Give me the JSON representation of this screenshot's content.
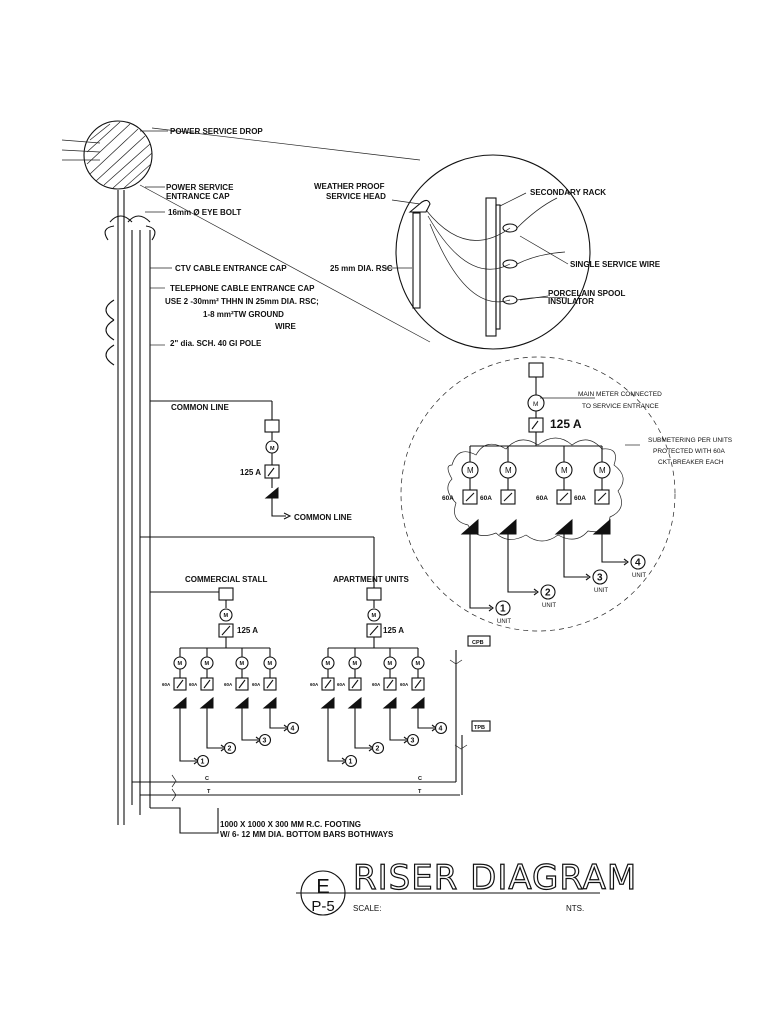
{
  "labels": {
    "power_service_drop": "POWER SERVICE DROP",
    "power_service_entrance_cap_1": "POWER SERVICE",
    "power_service_entrance_cap_2": "ENTRANCE CAP",
    "eye_bolt": "16mm Ø EYE BOLT",
    "ctv_cap": "CTV CABLE ENTRANCE CAP",
    "telephone_cap": "TELEPHONE CABLE ENTRANCE CAP",
    "wire_spec_1": "USE 2 -30mm²  THHN IN 25mm DIA. RSC;",
    "wire_spec_2": "1-8 mm²TW GROUND",
    "wire_spec_3": "WIRE",
    "gi_pole": "2\" dia. SCH. 40 GI POLE",
    "weather_proof_1": "WEATHER PROOF",
    "weather_proof_2": "SERVICE HEAD",
    "rsc_25": "25 mm DIA. RSC",
    "secondary_rack": "SECONDARY RACK",
    "single_service_wire": "SINGLE SERVICE WIRE",
    "porcelain_1": "PORCELAIN SPOOL",
    "porcelain_2": "INSULATOR",
    "main_meter_1": "MAIN METER CONNECTED",
    "main_meter_2": "TO SERVICE ENTRANCE",
    "submeter_1": "SUBMETERING PER UNITS",
    "submeter_2": "PROTECTED WITH 60A",
    "submeter_3": "CKT BREAKER EACH",
    "common_line_top": "COMMON LINE",
    "common_line_arrow": "COMMON LINE",
    "commercial_stall": "COMMERCIAL STALL",
    "apartment_units": "APARTMENT UNITS",
    "footing_1": "1000 X 1000 X 300 MM R.C. FOOTING",
    "footing_2": "W/ 6- 12 MM DIA. BOTTOM BARS BOTHWAYS",
    "cpb": "CPB",
    "tpb": "TPB"
  },
  "ratings": {
    "main": "125 A",
    "common": "125 A",
    "stall": "125 A",
    "apartment": "125 A",
    "branch_detail": "60A",
    "branch_small": "60A"
  },
  "symbols": {
    "meter": "M",
    "unit": "UNIT",
    "unit_numbers": [
      "1",
      "2",
      "3",
      "4"
    ],
    "cable_c": "C",
    "cable_t": "T"
  },
  "title_block": {
    "sheet_letter": "E",
    "sheet_number": "P-5",
    "title": "RISER DIAGRAM",
    "scale_label": "SCALE:",
    "scale_value": "NTS."
  }
}
